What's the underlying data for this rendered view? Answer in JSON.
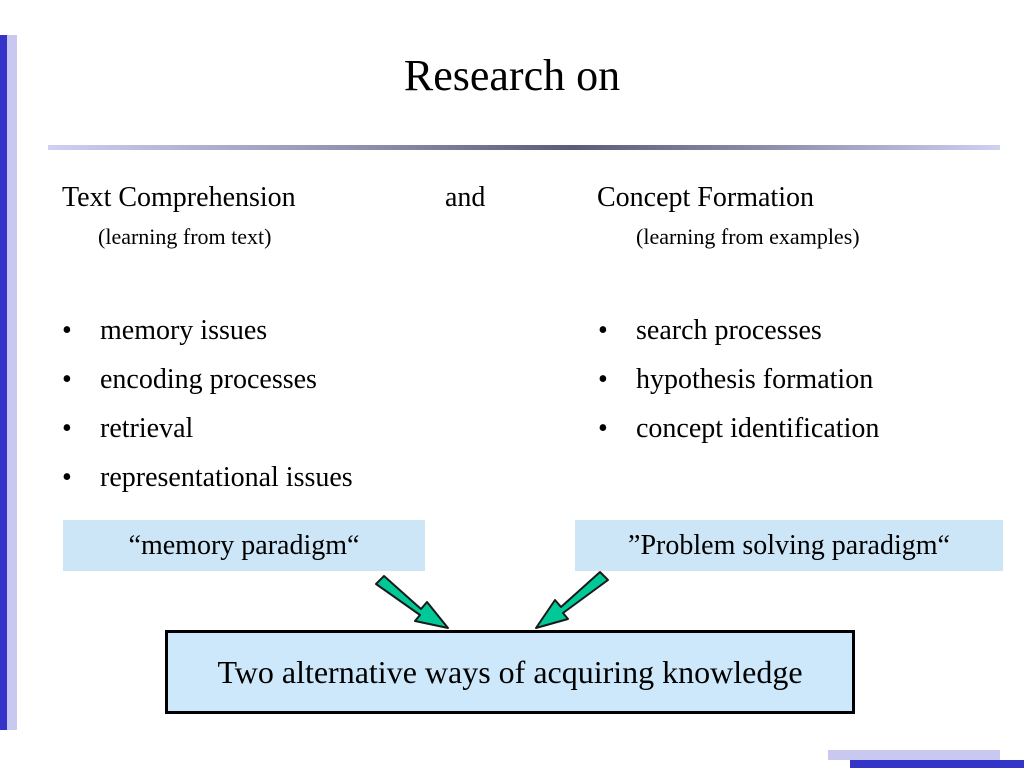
{
  "slide": {
    "title": "Research on",
    "left_column": {
      "heading": "Text Comprehension",
      "subheading": "(learning from text)",
      "bullets": [
        "memory issues",
        "encoding processes",
        "retrieval",
        "representational issues"
      ],
      "paradigm": "“memory paradigm“"
    },
    "connector": "and",
    "right_column": {
      "heading": "Concept Formation",
      "subheading": "(learning from examples)",
      "bullets": [
        "search processes",
        "hypothesis formation",
        "concept identification"
      ],
      "paradigm": "”Problem solving paradigm“"
    },
    "bullet_symbol": "•",
    "conclusion": "Two alternative ways of acquiring knowledge"
  },
  "colors": {
    "accent_bar": "#3434c8",
    "accent_bar_light": "#c8c8f0",
    "paradigm_box": "#cce6f7",
    "conclusion_box": "#cde8fb",
    "arrow_fill": "#00c896"
  }
}
